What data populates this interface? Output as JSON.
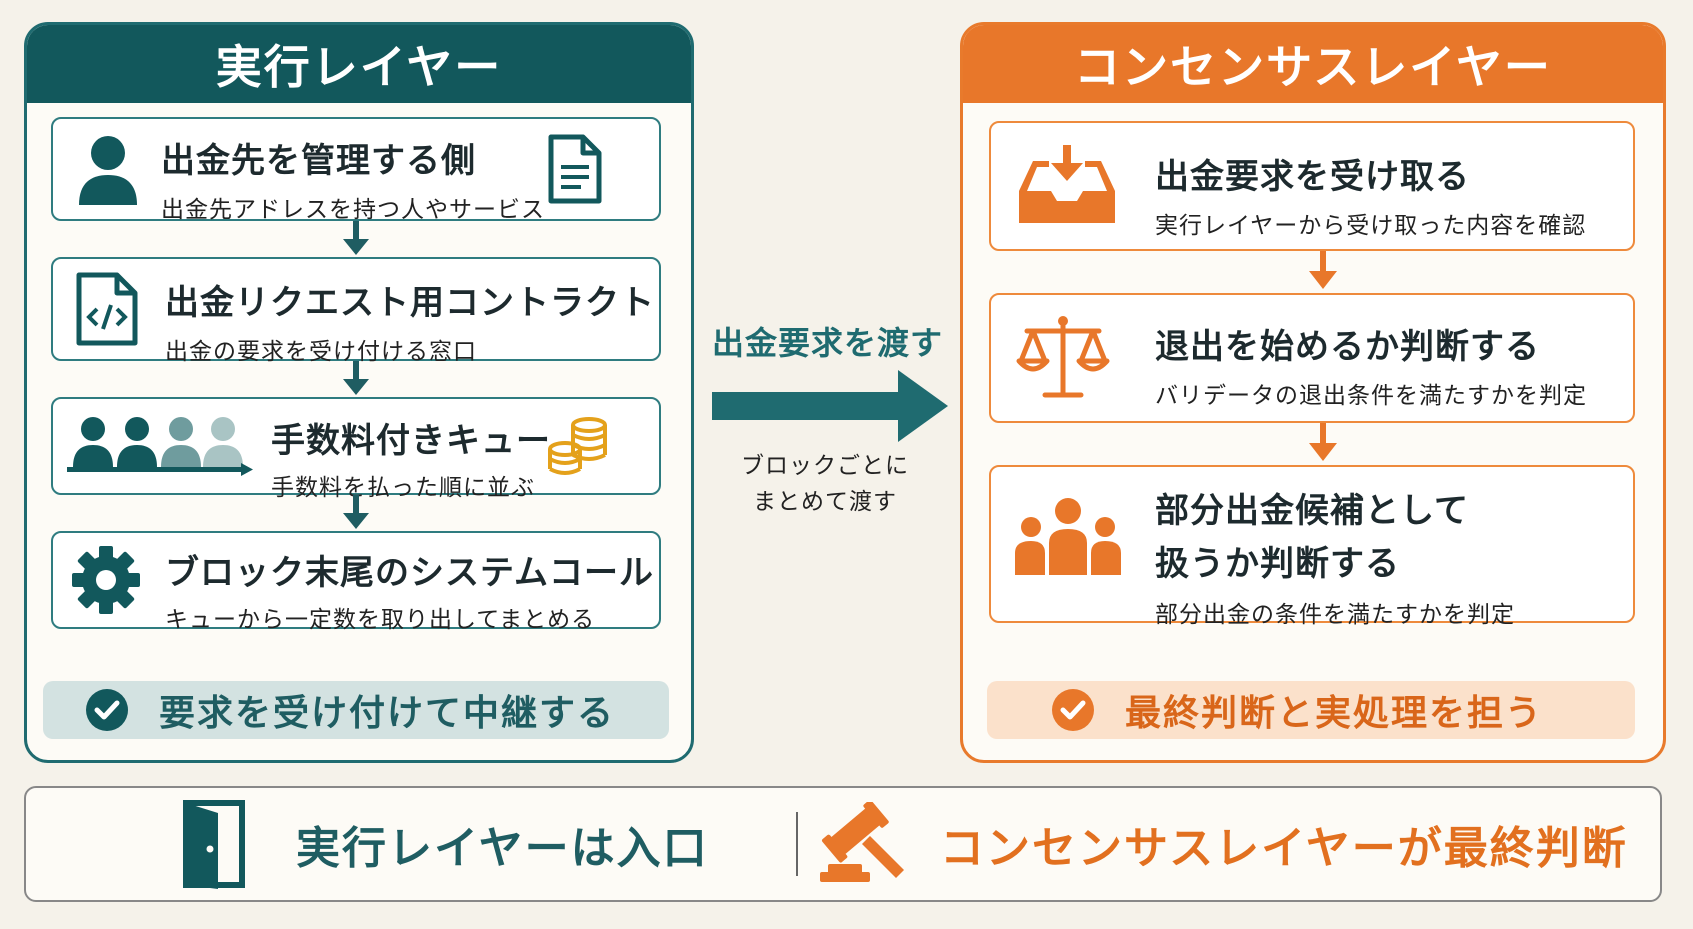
{
  "execution_layer": {
    "header": "実行レイヤー",
    "steps": [
      {
        "title": "出金先を管理する側",
        "subtitle": "出金先アドレスを持つ人やサービス",
        "icon": "person-icon",
        "right_icon": "document-icon"
      },
      {
        "title": "出金リクエスト用コントラクト",
        "subtitle": "出金の要求を受け付ける窓口",
        "icon": "code-file-icon"
      },
      {
        "title": "手数料付きキュー",
        "subtitle": "手数料を払った順に並ぶ",
        "icon": "people-queue-icon",
        "right_icon": "coins-icon"
      },
      {
        "title": "ブロック末尾のシステムコール",
        "subtitle": "キューから一定数を取り出してまとめる",
        "icon": "gear-icon"
      }
    ],
    "summary": "要求を受け付けて中継する"
  },
  "middle": {
    "label": "出金要求を渡す",
    "note_line1": "ブロックごとに",
    "note_line2": "まとめて渡す"
  },
  "consensus_layer": {
    "header": "コンセンサスレイヤー",
    "steps": [
      {
        "title": "出金要求を受け取る",
        "subtitle": "実行レイヤーから受け取った内容を確認",
        "icon": "inbox-download-icon"
      },
      {
        "title": "退出を始めるか判断する",
        "subtitle": "バリデータの退出条件を満たすかを判定",
        "icon": "scales-icon"
      },
      {
        "title_line1": "部分出金候補として",
        "title_line2": "扱うか判断する",
        "subtitle": "部分出金の条件を満たすかを判定",
        "icon": "group-icon"
      }
    ],
    "summary": "最終判断と実処理を担う"
  },
  "footer": {
    "left_text": "実行レイヤーは入口",
    "right_text": "コンセンサスレイヤーが最終判断",
    "left_icon": "door-icon",
    "right_icon": "gavel-icon"
  },
  "colors": {
    "teal": "#12585c",
    "orange": "#e8772a",
    "background": "#f5f2ea"
  }
}
